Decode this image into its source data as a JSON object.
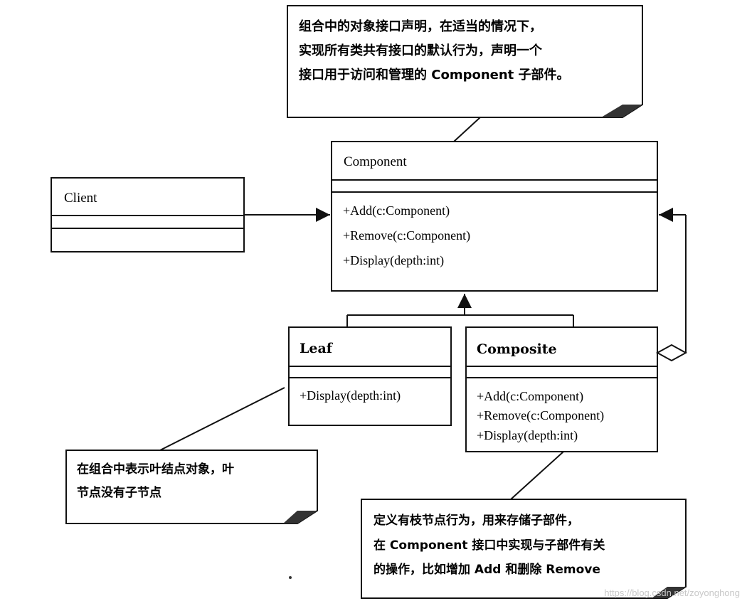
{
  "notes": {
    "component": [
      "组合中的对象接口声明，在适当的情况下，",
      "实现所有类共有接口的默认行为，声明一个",
      "接口用于访问和管理的 Component 子部件。"
    ],
    "leaf": [
      "在组合中表示叶结点对象，叶",
      "节点没有子节点"
    ],
    "composite": [
      "定义有枝节点行为，用来存储子部件，",
      "在 Component 接口中实现与子部件有关",
      "的操作，比如增加 Add  和删除 Remove"
    ]
  },
  "classes": {
    "client": {
      "name": "Client"
    },
    "component": {
      "name": "Component",
      "operations": [
        "+Add(c:Component)",
        "+Remove(c:Component)",
        "+Display(depth:int)"
      ]
    },
    "leaf": {
      "name": "Leaf",
      "operations": [
        "+Display(depth:int)"
      ]
    },
    "composite": {
      "name": "Composite",
      "operations": [
        "+Add(c:Component)",
        "+Remove(c:Component)",
        "+Display(depth:int)"
      ]
    }
  },
  "watermark": "https://blog.csdn.net/zoyonghong"
}
